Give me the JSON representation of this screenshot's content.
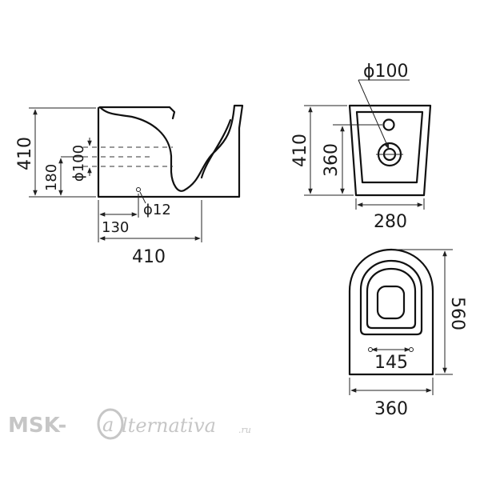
{
  "side_view": {
    "height": "410",
    "outlet_height": "180",
    "outlet_diameter": "ϕ100",
    "outlet_offset": "130",
    "inlet_diameter": "ϕ12",
    "length": "410"
  },
  "rear_view": {
    "height": "410",
    "outlet_height": "360",
    "outlet_diameter": "ϕ100",
    "width": "280"
  },
  "top_view": {
    "length": "560",
    "mount_spacing": "145",
    "width": "360"
  },
  "watermark": {
    "prefix": "MSK-",
    "script": "lternativa",
    "suffix": ".ru"
  }
}
